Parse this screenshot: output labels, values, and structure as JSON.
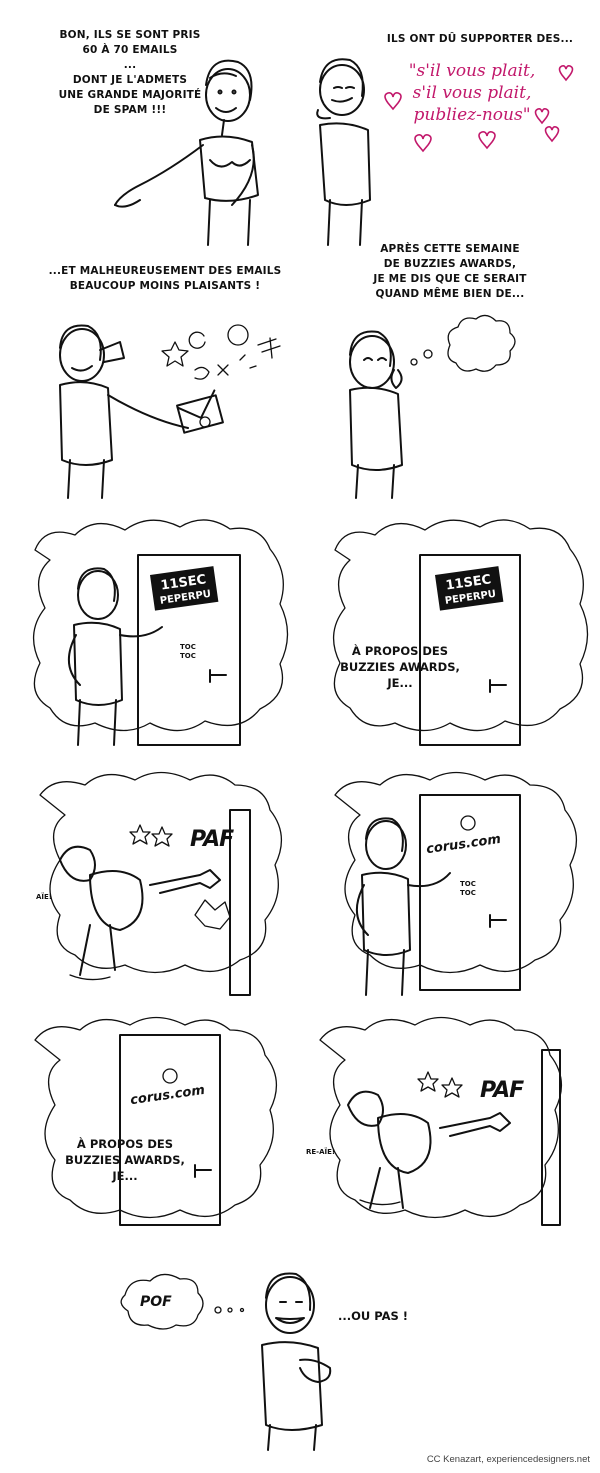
{
  "panels": [
    {
      "caption": "BON, ILS SE SONT PRIS\n60 À 70 EMAILS\n...\nDONT JE L'ADMETS\nUNE GRANDE MAJORITÉ\nDE SPAM !!!"
    },
    {
      "caption": "ILS ONT DÛ SUPPORTER DES...",
      "quote": "\"s'il vous plait,\ns'il vous plait,\npubliez-nous\""
    },
    {
      "caption": "...ET MALHEUREUSEMENT DES EMAILS\nBEAUCOUP MOINS PLAISANTS !"
    },
    {
      "caption": "APRÈS CETTE SEMAINE\nDE BUZZIES AWARDS,\nJE ME DIS QUE CE SERAIT\nQUAND MÊME BIEN DE..."
    },
    {
      "door_label": "11SEC\nPEPERPU",
      "knock": "TOC\nTOC"
    },
    {
      "door_label": "11SEC\nPEPERPU",
      "speech": "À PROPOS DES\nBUZZIES AWARDS,\nJE..."
    },
    {
      "sfx": "PAF",
      "ouch": "AÏE!"
    },
    {
      "door_label": "corus.com",
      "knock": "TOC\nTOC"
    },
    {
      "door_label": "corus.com",
      "speech": "À PROPOS DES\nBUZZIES AWARDS,\nJE..."
    },
    {
      "sfx": "PAF",
      "ouch": "RE-AÏE!"
    },
    {
      "thought": "POF",
      "caption": "...OU PAS !"
    }
  ],
  "credit": "CC Kenazart, experiencedesigners.net",
  "colors": {
    "ink": "#111111",
    "accent_pink": "#c2186b"
  }
}
